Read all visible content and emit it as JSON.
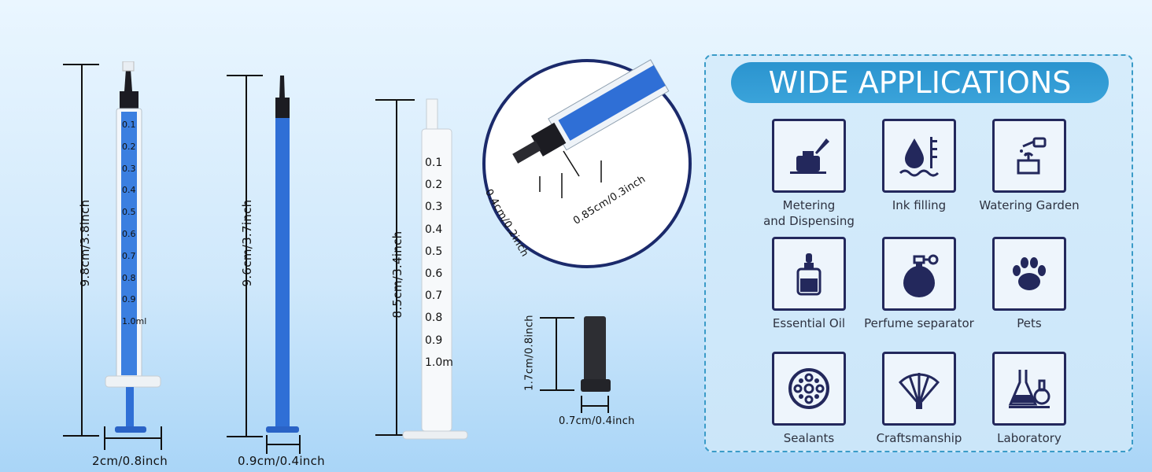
{
  "dimensions": {
    "syringe1_height": "9.8cm/3.8inch",
    "syringe1_width": "2cm/0.8inch",
    "syringe2_height": "9.6cm/3.7inch",
    "syringe2_width": "0.9cm/0.4inch",
    "syringe3_height": "8.5cm/3.4inch",
    "tip_inner": "0.4cm/0.2inch",
    "tip_outer": "0.85cm/0.3inch",
    "cap_height": "1.7cm/0.8inch",
    "cap_width": "0.7cm/0.4inch"
  },
  "scale_a": [
    "0.1",
    "0.2",
    "0.3",
    "0.4",
    "0.5",
    "0.6",
    "0.7",
    "0.8",
    "0.9",
    "1.0ml"
  ],
  "scale_b": [
    "0.1",
    "0.2",
    "0.3",
    "0.4",
    "0.5",
    "0.6",
    "0.7",
    "0.8",
    "0.9",
    "1.0m"
  ],
  "applications": {
    "title": "WIDE APPLICATIONS",
    "items": [
      {
        "label": "Metering\nand Dispensing",
        "icon": "ink-bottle-icon"
      },
      {
        "label": "Ink filling",
        "icon": "ink-drop-icon"
      },
      {
        "label": "Watering Garden",
        "icon": "watering-can-icon"
      },
      {
        "label": "Essential Oil",
        "icon": "dropper-bottle-icon"
      },
      {
        "label": "Perfume separator",
        "icon": "perfume-icon"
      },
      {
        "label": "Pets",
        "icon": "paw-icon"
      },
      {
        "label": "Sealants",
        "icon": "sealant-icon"
      },
      {
        "label": "Craftsmanship",
        "icon": "fan-icon"
      },
      {
        "label": "Laboratory",
        "icon": "flask-icon"
      }
    ]
  },
  "colors": {
    "accent": "#2b94cf",
    "icon": "#23285c",
    "syringe_blue": "#2f6fd6"
  }
}
